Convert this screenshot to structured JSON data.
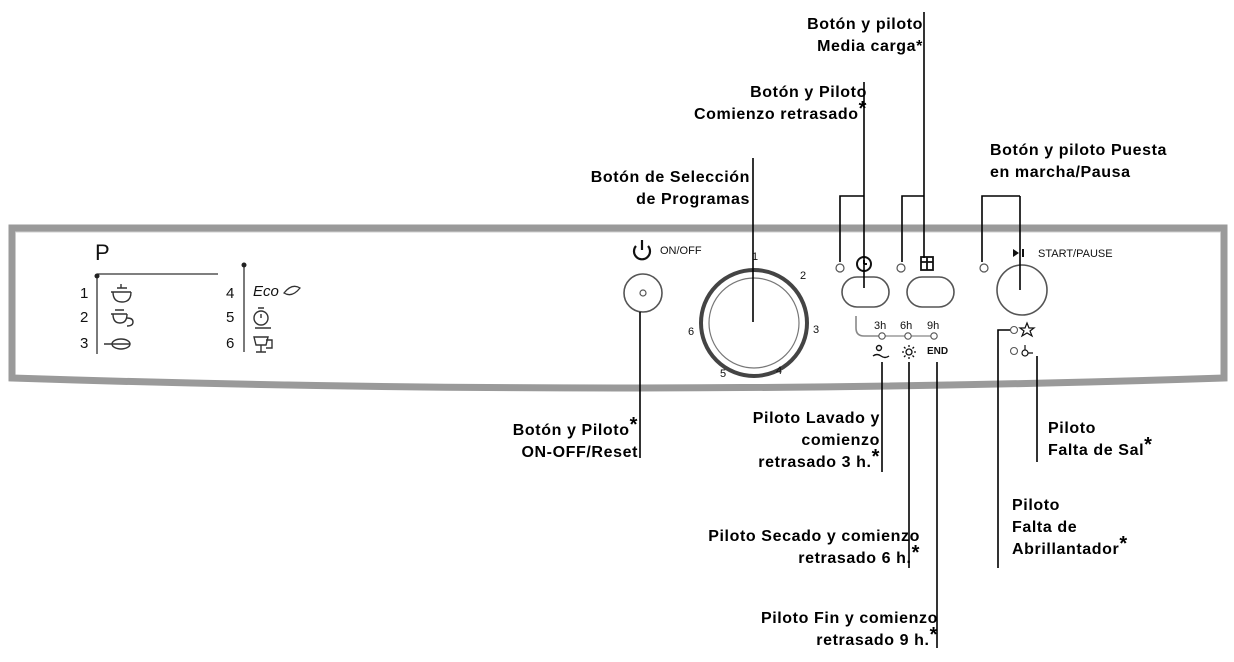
{
  "panel": {
    "program_header": "P",
    "programs": [
      {
        "num": "1",
        "icon": "pot-icon"
      },
      {
        "num": "2",
        "icon": "pot-cup-icon"
      },
      {
        "num": "3",
        "icon": "whisk-icon"
      },
      {
        "num": "4",
        "icon": "eco-leaf-icon",
        "text": "Eco"
      },
      {
        "num": "5",
        "icon": "stopwatch-icon"
      },
      {
        "num": "6",
        "icon": "glass-icon"
      }
    ],
    "onoff_text": "ON/OFF",
    "startpause_text": "START/PAUSE",
    "dial_numbers": [
      "1",
      "2",
      "3",
      "4",
      "5",
      "6"
    ],
    "delay_hours": [
      "3h",
      "6h",
      "9h"
    ],
    "end_text": "END"
  },
  "callouts": {
    "half_load": [
      "Botón y piloto",
      "Media carga*"
    ],
    "delay_start": [
      "Botón y Piloto",
      "Comienzo retrasado"
    ],
    "program_select": [
      "Botón de Selección",
      "de Programas"
    ],
    "start_pause": [
      "Botón y piloto Puesta",
      "en marcha/Pausa"
    ],
    "onoff_reset": [
      "Botón y Piloto",
      "ON-OFF/Reset"
    ],
    "wash_delay3": [
      "Piloto Lavado y",
      "comienzo",
      "retrasado 3 h."
    ],
    "dry_delay6": [
      "Piloto Secado y comienzo",
      "retrasado 6 h."
    ],
    "end_delay9": [
      "Piloto Fin y comienzo",
      "retrasado 9 h."
    ],
    "salt": [
      "Piloto",
      "Falta de Sal"
    ],
    "rinse_aid": [
      "Piloto",
      "Falta de",
      "Abrillantador"
    ],
    "asterisk": "*"
  }
}
